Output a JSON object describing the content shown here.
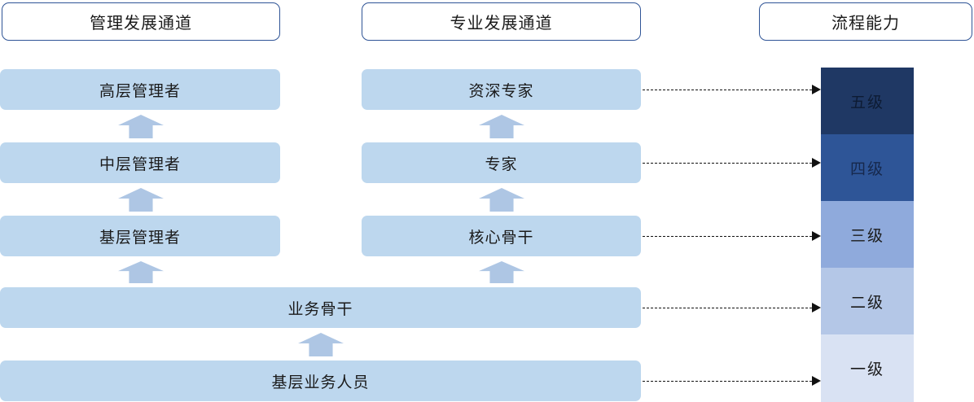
{
  "diagram": {
    "title_columns": [
      {
        "label": "管理发展通道",
        "name": "management-channel-header"
      },
      {
        "label": "专业发展通道",
        "name": "professional-channel-header"
      },
      {
        "label": "流程能力",
        "name": "process-capability-header"
      }
    ],
    "management_track": [
      {
        "label": "高层管理者"
      },
      {
        "label": "中层管理者"
      },
      {
        "label": "基层管理者"
      }
    ],
    "professional_track": [
      {
        "label": "资深专家"
      },
      {
        "label": "专家"
      },
      {
        "label": "核心骨干"
      }
    ],
    "shared_track": [
      {
        "label": "业务骨干"
      },
      {
        "label": "基层业务人员"
      }
    ],
    "capability_levels": [
      {
        "label": "五级",
        "color": "#1f3864",
        "text_color": "#000000"
      },
      {
        "label": "四级",
        "color": "#2e5597",
        "text_color": "#000000"
      },
      {
        "label": "三级",
        "color": "#8faadc",
        "text_color": "#000000"
      },
      {
        "label": "二级",
        "color": "#b4c7e7",
        "text_color": "#000000"
      },
      {
        "label": "一级",
        "color": "#d9e2f3",
        "text_color": "#000000"
      }
    ],
    "colors": {
      "box_fill": "#bdd7ee",
      "arrow_fill": "#aec6e4",
      "header_border": "#2f5496",
      "connector": "#111111",
      "background": "#ffffff"
    }
  }
}
